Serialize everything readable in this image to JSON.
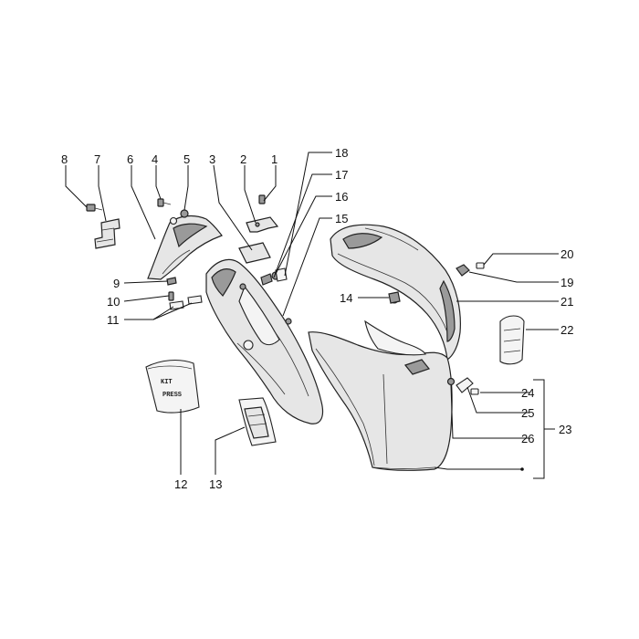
{
  "labels": {
    "l1": "1",
    "l2": "2",
    "l3": "3",
    "l4": "4",
    "l5": "5",
    "l6": "6",
    "l7": "7",
    "l8": "8",
    "l9": "9",
    "l10": "10",
    "l11": "11",
    "l12": "12",
    "l13": "13",
    "l14": "14",
    "l15": "15",
    "l16": "16",
    "l17": "17",
    "l18": "18",
    "l19": "19",
    "l20": "20",
    "l21": "21",
    "l22": "22",
    "l23": "23",
    "l24": "24",
    "l25": "25",
    "l26": "26"
  },
  "kit_bag": {
    "line1": "KIT",
    "line2": "PRESS"
  }
}
